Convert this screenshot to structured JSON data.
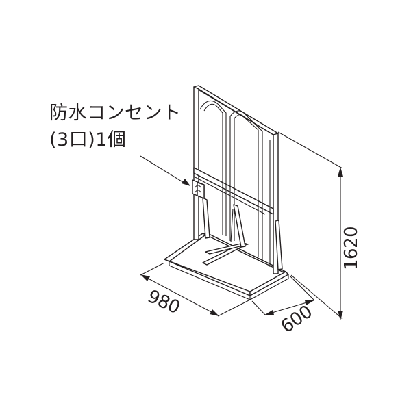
{
  "diagram": {
    "callout": {
      "line1": "防水コンセント",
      "line2": "(3口)1個"
    },
    "dimensions": {
      "width": "980",
      "depth": "600",
      "height": "1620"
    }
  }
}
